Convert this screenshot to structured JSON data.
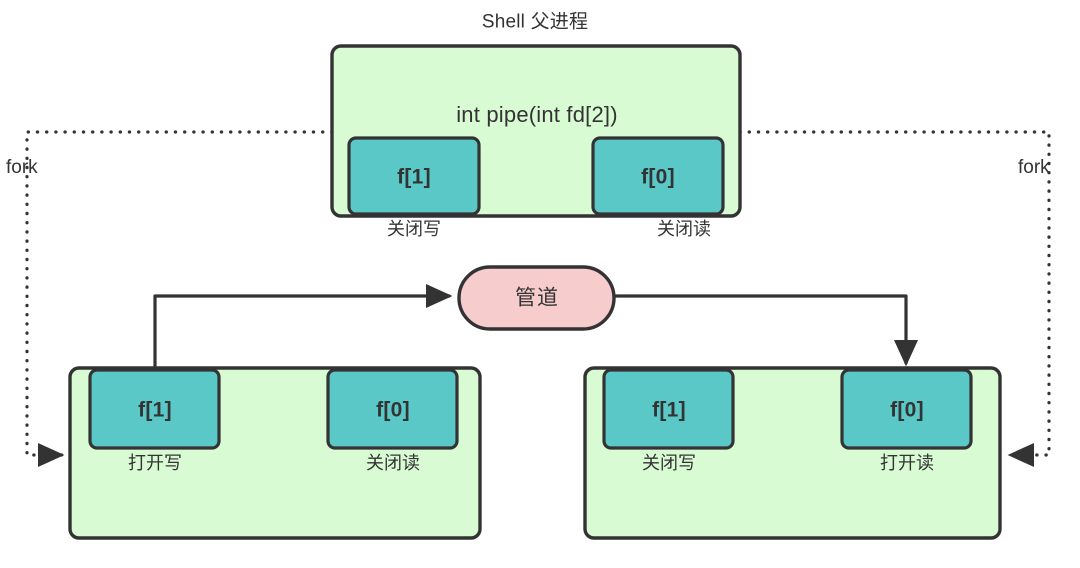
{
  "diagram": {
    "title": "Shell 父进程",
    "colors": {
      "process_fill": "#d9fbd4",
      "fd_fill": "#5bc8c8",
      "pipe_fill": "#f6cccd",
      "stroke": "#333333",
      "text": "#333333",
      "background": "#ffffff"
    },
    "parent_process": {
      "name": "Shell 父进程",
      "syscall": "int pipe(int fd[2])",
      "fds": [
        {
          "id": "parent-fd1",
          "label": "f[1]",
          "state": "关闭写"
        },
        {
          "id": "parent-fd0",
          "label": "f[0]",
          "state": "关闭读"
        }
      ]
    },
    "pipe_node": {
      "label": "管道"
    },
    "children": [
      {
        "id": "child-left",
        "fds": [
          {
            "id": "left-fd1",
            "label": "f[1]",
            "state": "打开写"
          },
          {
            "id": "left-fd0",
            "label": "f[0]",
            "state": "关闭读"
          }
        ]
      },
      {
        "id": "child-right",
        "fds": [
          {
            "id": "right-fd1",
            "label": "f[1]",
            "state": "关闭写"
          },
          {
            "id": "right-fd0",
            "label": "f[0]",
            "state": "打开读"
          }
        ]
      }
    ],
    "edges": [
      {
        "id": "fork-left",
        "label": "fork",
        "style": "dotted"
      },
      {
        "id": "fork-right",
        "label": "fork",
        "style": "dotted"
      },
      {
        "id": "write-to-pipe",
        "label": "",
        "style": "solid"
      },
      {
        "id": "pipe-to-read",
        "label": "",
        "style": "solid"
      }
    ]
  }
}
